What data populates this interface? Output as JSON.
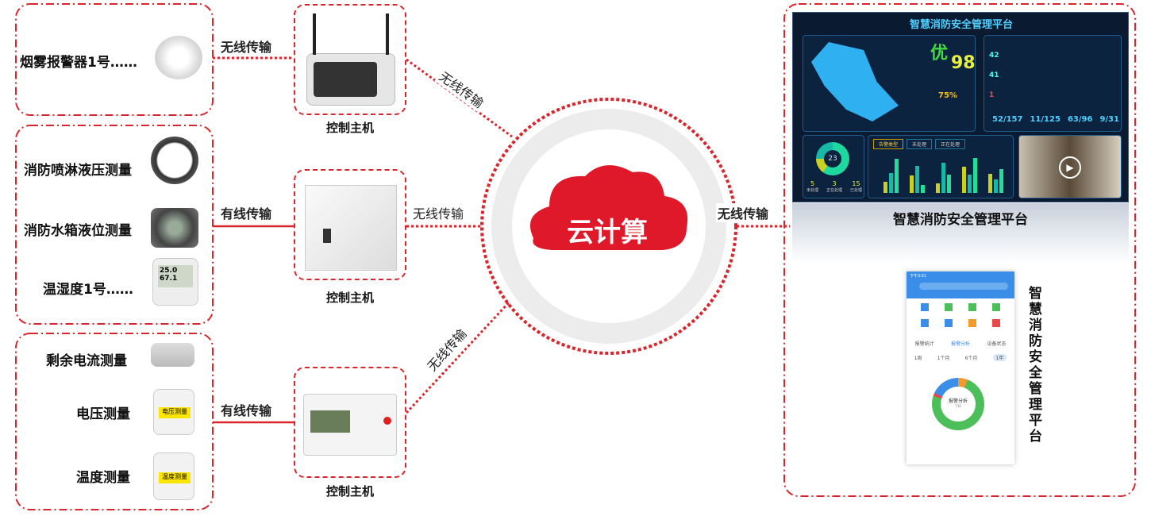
{
  "sensors_group1": [
    {
      "label": "烟雾报警器1号……"
    }
  ],
  "sensors_group2": [
    {
      "label": "消防喷淋液压测量"
    },
    {
      "label": "消防水箱液位测量"
    },
    {
      "label": "温湿度1号……"
    }
  ],
  "sensors_group3": [
    {
      "label": "剩余电流测量"
    },
    {
      "label": "电压测量"
    },
    {
      "label": "温度测量"
    }
  ],
  "sensor_tags": {
    "voltage": "电压测量",
    "temperature": "温度测量",
    "humidity_display": "25.0 67.1"
  },
  "links": {
    "g1": "无线传输",
    "g2": "有线传输",
    "g3": "有线传输",
    "c1": "无线传输",
    "c2": "无线传输",
    "c3": "无线传输",
    "platform": "无线传输"
  },
  "controllers": [
    {
      "label": "控制主机"
    },
    {
      "label": "控制主机"
    },
    {
      "label": "控制主机"
    }
  ],
  "cloud": {
    "label": "云计算"
  },
  "platform": {
    "title": "智慧消防安全管理平台",
    "caption": "智慧消防安全管理平台",
    "vertical_caption": "智慧消防安全管理平台",
    "dashboard": {
      "grade": "优",
      "score": "98",
      "gauge": "75%",
      "stats": [
        "52/157",
        "11/125",
        "63/96",
        "9/31"
      ],
      "donut_total": "23",
      "counts": [
        {
          "v": "5",
          "l": "未处理"
        },
        {
          "v": "3",
          "l": "正在处理"
        },
        {
          "v": "15",
          "l": "已处理"
        }
      ],
      "tabs": [
        "告警类型",
        "未处理",
        "正在处理"
      ],
      "side_values": [
        "42",
        "41",
        "1"
      ],
      "bars": [
        [
          160,
          290,
          490
        ],
        [
          250,
          390,
          110
        ],
        [
          140,
          440,
          260
        ],
        [
          380,
          260,
          510
        ],
        [
          280,
          200,
          340
        ]
      ]
    },
    "phone": {
      "time": "下午3:51",
      "tabs": [
        "报警统计",
        "报警分析",
        "设备状态"
      ],
      "periods": [
        "1周",
        "1个月",
        "6个月",
        "1年"
      ],
      "donut_title": "报警分析",
      "donut_sub": "738"
    }
  },
  "colors": {
    "accent": "#d9262c",
    "cloud": "#e0192a"
  }
}
